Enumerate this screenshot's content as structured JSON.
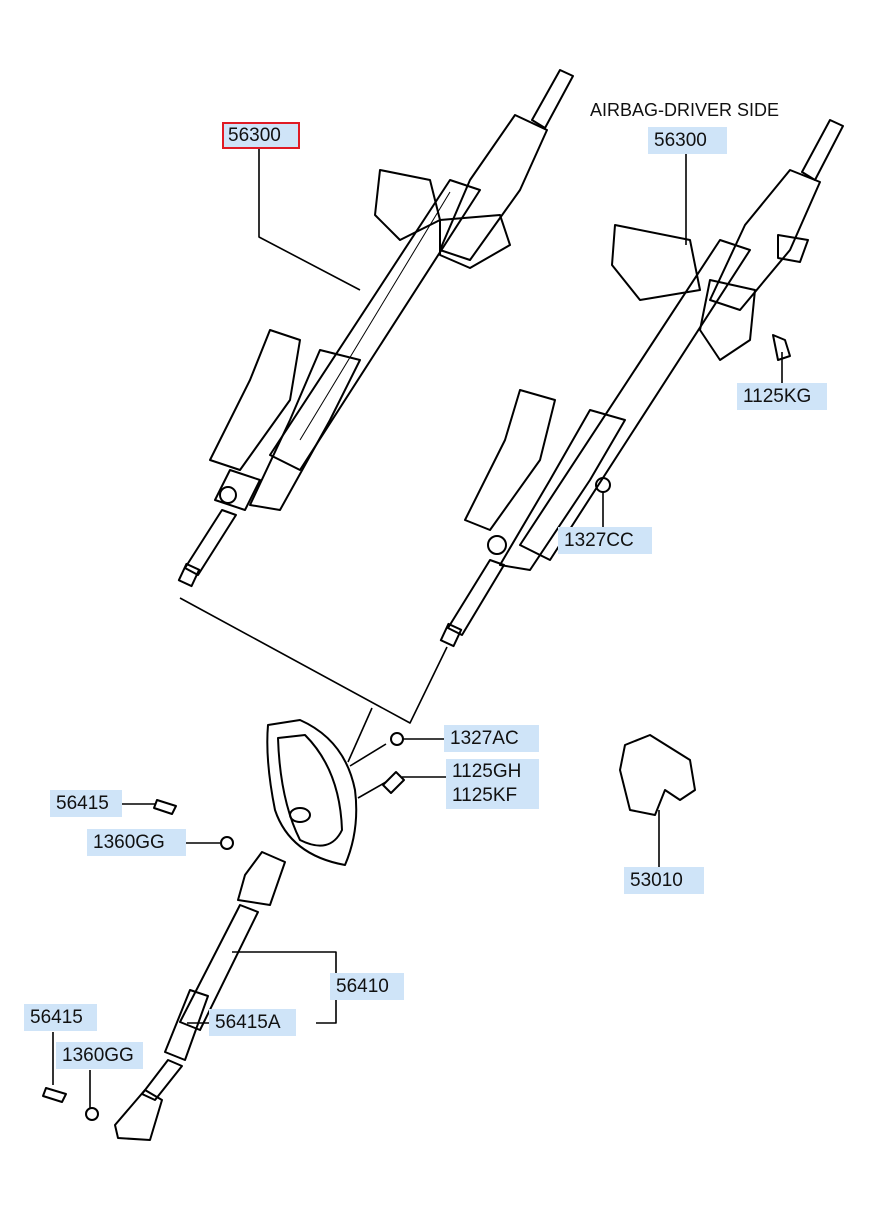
{
  "heading": "AIRBAG-DRIVER SIDE",
  "labels": {
    "col_left": "56300",
    "col_right": "56300",
    "bolt_right": "1125KG",
    "nut_right": "1327CC",
    "nut_cover": "1327AC",
    "bolt_cover_1": "1125GH",
    "bolt_cover_2": "1125KF",
    "bolt_upper": "56415",
    "nut_upper": "1360GG",
    "bracket": "53010",
    "joint_assy": "56410",
    "joint_sub": "56415A",
    "bolt_lower": "56415",
    "nut_lower": "1360GG"
  },
  "colors": {
    "label_bg": "#cfe4f8",
    "selected_outline": "#e01b24",
    "line": "#000000"
  },
  "selected": "col_left"
}
